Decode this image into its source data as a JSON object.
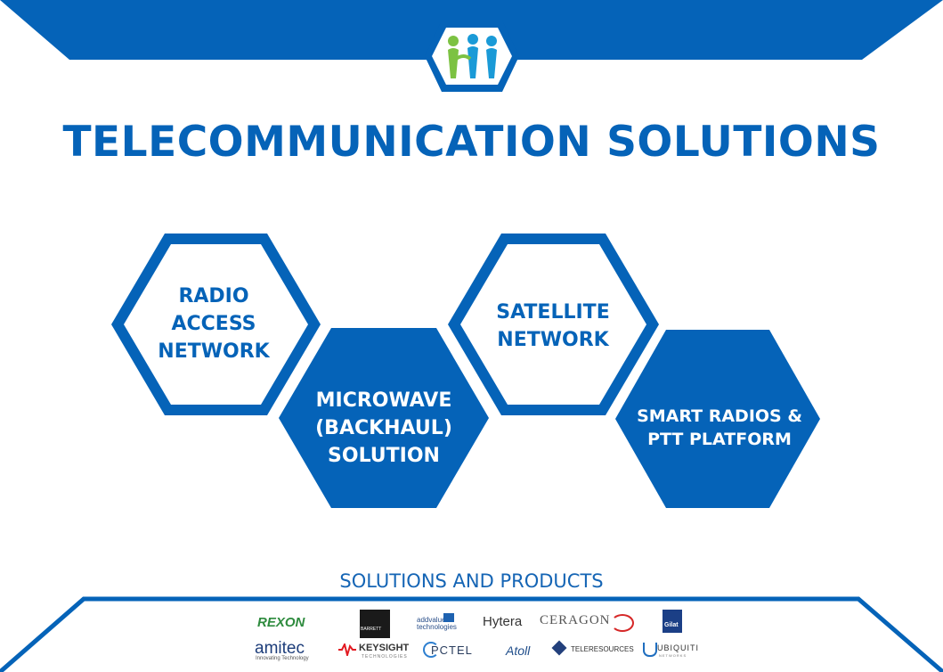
{
  "title": "TELECOMMUNICATION SOLUTIONS",
  "solutions": [
    {
      "lines": [
        "RADIO",
        "ACCESS",
        "NETWORK"
      ]
    },
    {
      "lines": [
        "MICROWAVE",
        "(BACKHAUL)",
        "SOLUTION"
      ]
    },
    {
      "lines": [
        "SATELLITE",
        "NETWORK"
      ]
    },
    {
      "lines": [
        "SMART RADIOS &",
        "PTT PLATFORM"
      ]
    }
  ],
  "footer": {
    "heading": "SOLUTIONS AND PRODUCTS",
    "partners": {
      "rexon": "REXON",
      "barrett": "BARRETT",
      "addvalue": "addvalue technologies",
      "hytera": "Hytera",
      "ceragon": "CERAGON",
      "gilat": "Gilat",
      "amitec": "amitec",
      "amitec_tagline": "Innovating Technology",
      "keysight": "KEYSIGHT",
      "keysight_sub": "TECHNOLOGIES",
      "pctel": "PCTEL",
      "atoll": "Atoll",
      "teleresources": "TELERESOURCES",
      "ubiquiti": "UBIQUITI",
      "ubiquiti_sub": "NETWORKS"
    }
  },
  "colors": {
    "brand_blue": "#0563b8",
    "logo_green": "#7cc242",
    "logo_blue": "#1a9ad7"
  },
  "icons": {
    "logo": "company-people-hexagon-logo"
  }
}
